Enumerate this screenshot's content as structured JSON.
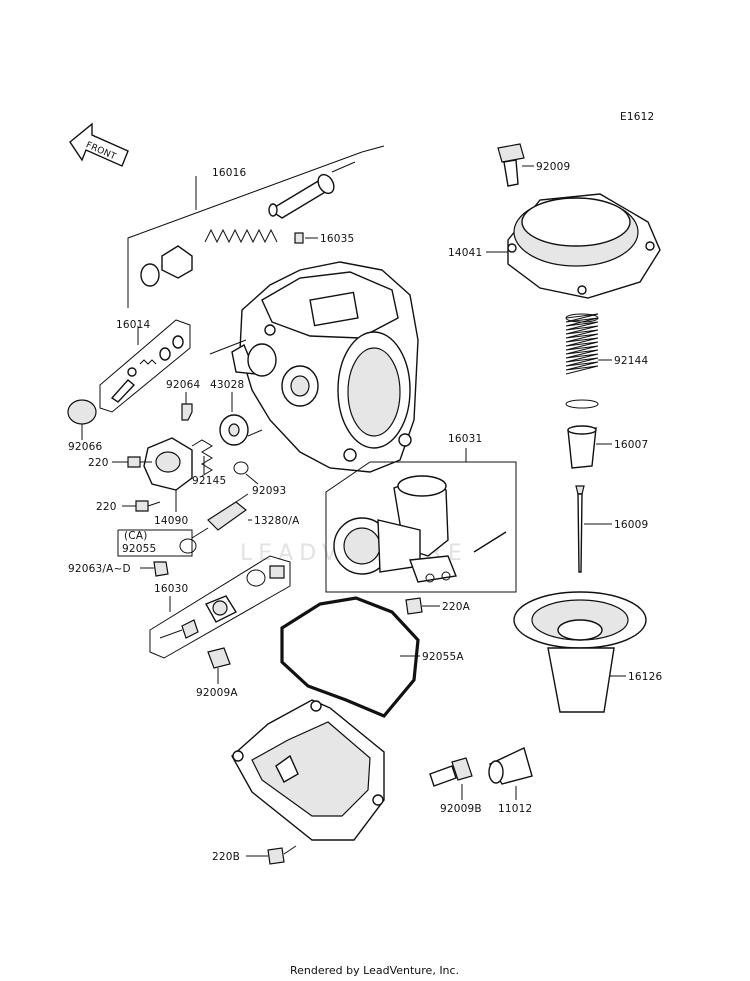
{
  "diagram_code": "E1612",
  "front_label": "FRONT",
  "watermark": "LEADVENTURE",
  "footer": "Rendered by LeadVenture, Inc.",
  "parts": {
    "p16016": "16016",
    "p16035": "16035",
    "p16014": "16014",
    "p92066": "92066",
    "p92064": "92064",
    "p43028": "43028",
    "p220a": "220",
    "p220b": "220",
    "p92145": "92145",
    "p92093": "92093",
    "p14090": "14090",
    "p13280": "13280/A",
    "pCA": "(CA)",
    "p92055": "92055",
    "p92063": "92063/A~D",
    "p16030": "16030",
    "p92009A": "92009A",
    "p92009": "92009",
    "p14041": "14041",
    "p92144": "92144",
    "p16031": "16031",
    "p16007": "16007",
    "p16009": "16009",
    "p220A": "220A",
    "p92055A": "92055A",
    "p16126": "16126",
    "p92009B": "92009B",
    "p11012": "11012",
    "p220B": "220B"
  }
}
